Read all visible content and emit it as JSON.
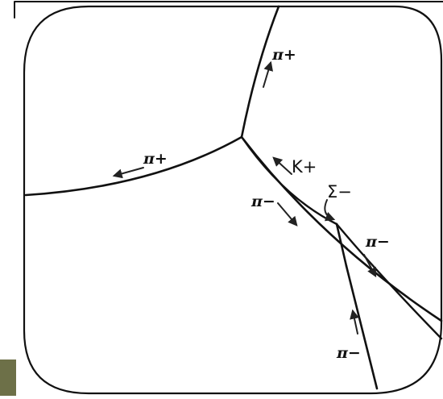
{
  "diagram": {
    "labels": {
      "pi_plus_up": "π+",
      "pi_plus_left": "π+",
      "k_plus": "K+",
      "pi_minus_mid": "π−",
      "sigma_minus": "Σ−",
      "pi_minus_right": "π−",
      "pi_minus_bottom": "π−"
    }
  },
  "colors": {
    "swatch": "#6d7048",
    "ink": "#111111",
    "paper": "#ffffff"
  }
}
